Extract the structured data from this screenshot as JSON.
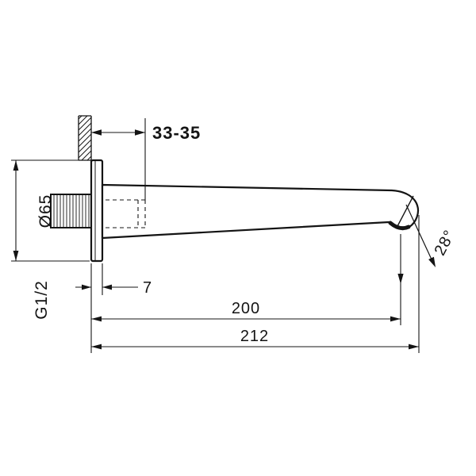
{
  "labels": {
    "install_depth_range": "33-35",
    "escutcheon_diameter": "Ø65",
    "connection_thread": "G1/2",
    "escutcheon_depth": "7",
    "projection_to_spray": "200",
    "total_projection": "212",
    "spray_angle": "28°"
  },
  "colors": {
    "ink": "#141414",
    "background": "#ffffff"
  }
}
